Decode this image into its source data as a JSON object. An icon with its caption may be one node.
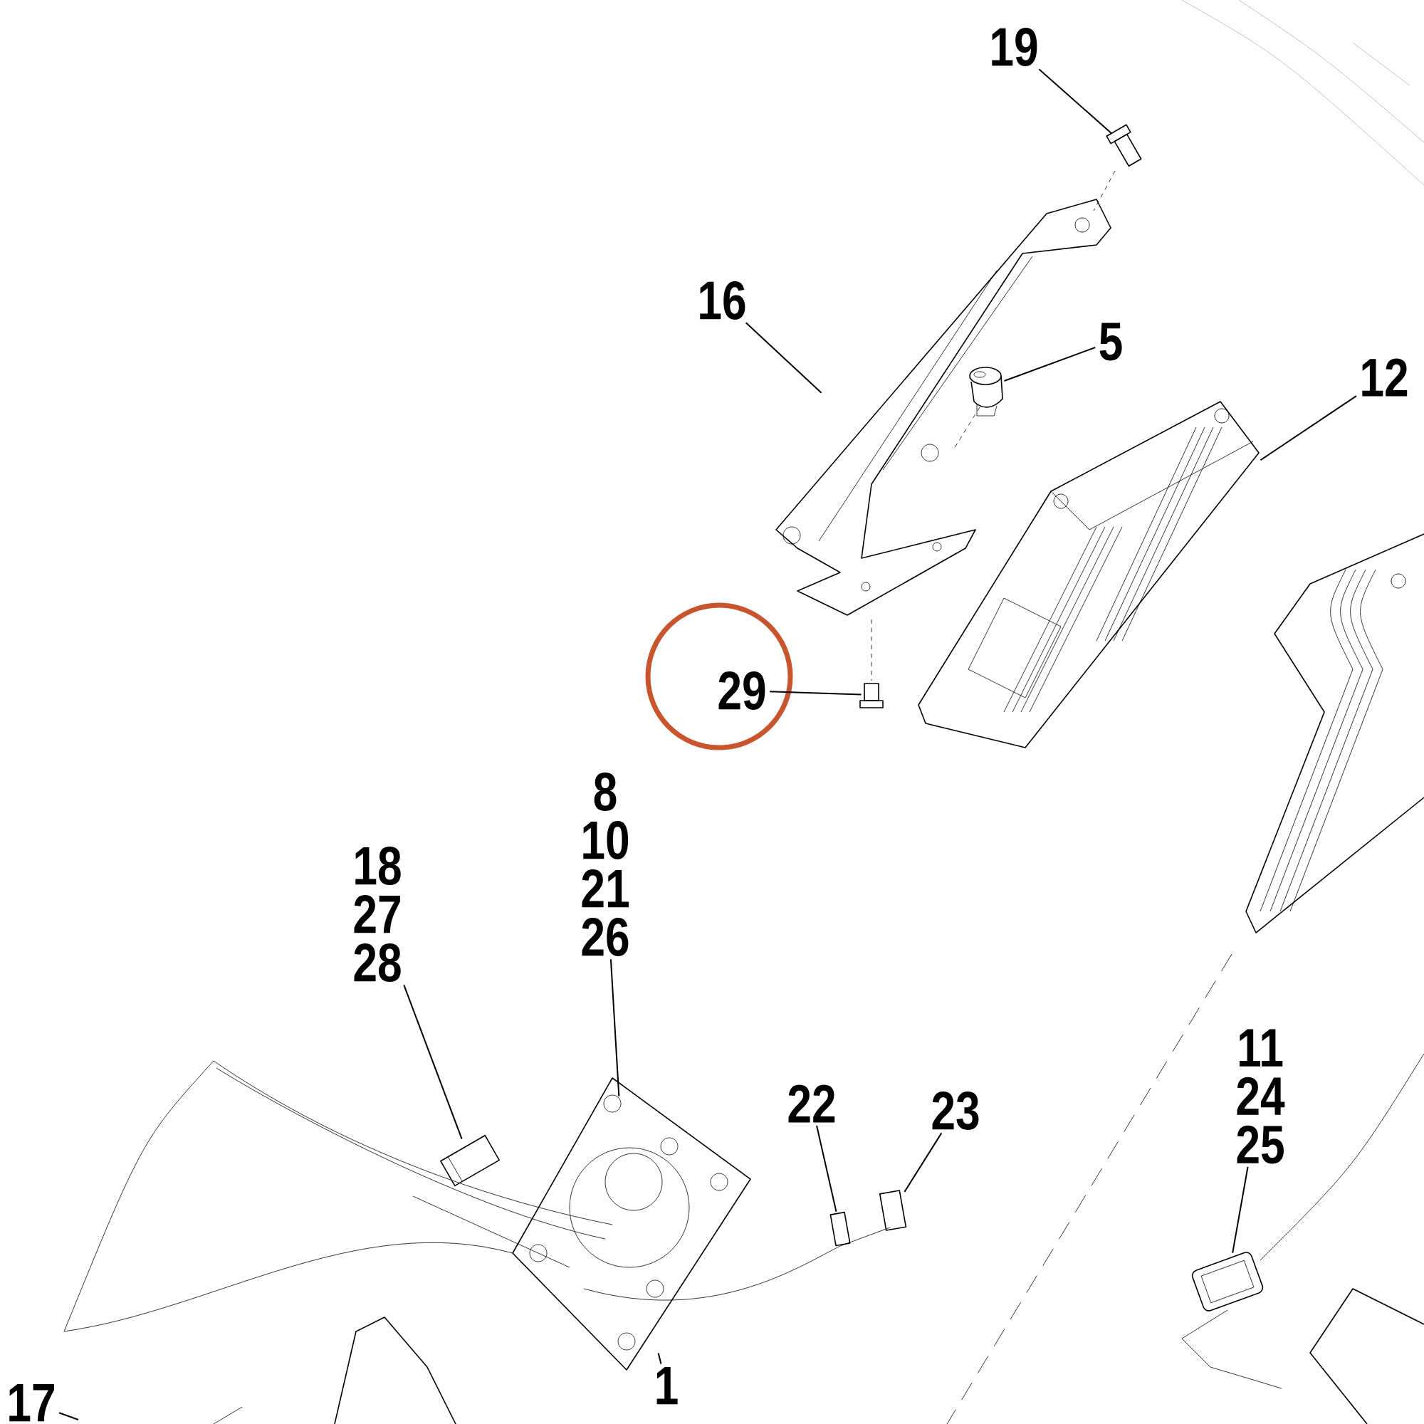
{
  "diagram": {
    "nodes": [
      {
        "text": [
          "19"
        ]
      },
      {
        "text": [],
        "shape": "picture"
      },
      {
        "text": [
          "16"
        ]
      },
      {
        "text": [],
        "shape": "picture"
      },
      {
        "text": [
          "5"
        ]
      },
      {
        "text": [],
        "shape": "picture"
      },
      {
        "text": [
          "12"
        ]
      },
      {
        "text": [],
        "shape": "picture"
      },
      {
        "text": [
          "29"
        ]
      },
      {
        "text": [],
        "shape": "picture"
      },
      {
        "text": [
          "8",
          "10",
          "21",
          "26"
        ]
      },
      {
        "text": [],
        "shape": "picture"
      },
      {
        "text": [
          "18",
          "27",
          "28"
        ]
      },
      {
        "text": [],
        "shape": "picture"
      },
      {
        "text": [
          "22"
        ]
      },
      {
        "text": [],
        "shape": "picture"
      },
      {
        "text": [
          "23"
        ]
      },
      {
        "text": [],
        "shape": "picture"
      },
      {
        "text": [
          "11",
          "24",
          "25"
        ]
      },
      {
        "text": [],
        "shape": "picture"
      },
      {
        "text": [
          "1"
        ]
      },
      {
        "text": [
          "17"
        ]
      }
    ],
    "edges": [
      {
        "from": 0,
        "to": 1,
        "arrow": "none"
      },
      {
        "from": 2,
        "to": 3,
        "arrow": "none"
      },
      {
        "from": 4,
        "to": 5,
        "arrow": "none"
      },
      {
        "from": 6,
        "to": 7,
        "arrow": "none"
      },
      {
        "from": 8,
        "to": 9,
        "arrow": "none"
      },
      {
        "from": 10,
        "to": 11,
        "arrow": "none"
      },
      {
        "from": 12,
        "to": 13,
        "arrow": "none"
      },
      {
        "from": 14,
        "to": 15,
        "arrow": "none"
      },
      {
        "from": 16,
        "to": 17,
        "arrow": "none"
      },
      {
        "from": 18,
        "to": 19,
        "arrow": "none"
      },
      {
        "from": 20,
        "to": 11,
        "arrow": "none"
      },
      {
        "from": 21,
        "to": null,
        "arrow": "none"
      }
    ]
  }
}
